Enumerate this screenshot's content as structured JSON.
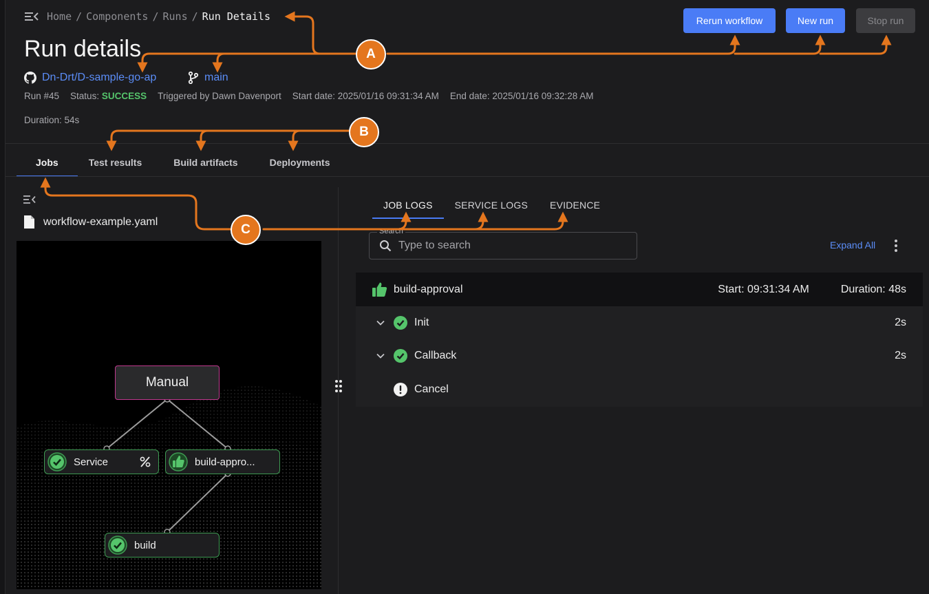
{
  "breadcrumb": {
    "items": [
      "Home",
      "Components",
      "Runs"
    ],
    "current": "Run Details",
    "separator": "/"
  },
  "page": {
    "title": "Run details"
  },
  "repo": {
    "name": "Dn-Drt/D-sample-go-ap",
    "branch": "main"
  },
  "meta": {
    "run": "Run #45",
    "status_label": "Status:",
    "status_value": "SUCCESS",
    "triggered": "Triggered by Dawn  Davenport",
    "start": "Start date: 2025/01/16 09:31:34 AM",
    "end": "End date: 2025/01/16 09:32:28 AM",
    "duration": "Duration: 54s"
  },
  "actions": {
    "rerun": "Rerun workflow",
    "new_run": "New run",
    "stop": "Stop run"
  },
  "tabs": [
    "Jobs",
    "Test results",
    "Build artifacts",
    "Deployments"
  ],
  "left_panel": {
    "file": "workflow-example.yaml",
    "nodes": {
      "manual": "Manual",
      "service": "Service",
      "approval": "build-appro...",
      "build": "build"
    }
  },
  "log_tabs": [
    "JOB LOGS",
    "SERVICE LOGS",
    "EVIDENCE"
  ],
  "search": {
    "label": "Search",
    "placeholder": "Type to search"
  },
  "expand_all": "Expand All",
  "job": {
    "name": "build-approval",
    "start": "Start: 09:31:34 AM",
    "duration": "Duration: 48s"
  },
  "steps": [
    {
      "name": "Init",
      "time": "2s"
    },
    {
      "name": "Callback",
      "time": "2s"
    },
    {
      "name": "Cancel",
      "time": ""
    }
  ],
  "annotations": {
    "a": "A",
    "b": "B",
    "c": "C"
  },
  "colors": {
    "accent": "#4a7cf6",
    "success": "#55c46b",
    "annotation": "#e4761e",
    "node_border": "#3e9a52",
    "manual_border": "#c0398f"
  },
  "icons": [
    "menu-icon",
    "github-icon",
    "branch-icon",
    "collapse-icon",
    "file-icon",
    "check-circle-icon",
    "thumbs-up-icon",
    "percent-icon",
    "drag-handle-icon",
    "search-icon",
    "kebab-icon",
    "chevron-down-icon",
    "alert-circle-icon"
  ]
}
